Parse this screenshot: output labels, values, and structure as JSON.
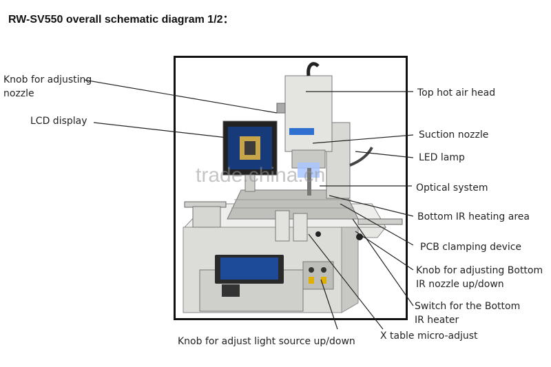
{
  "header": {
    "title": "RW-SV550 overall schematic diagram 1/2："
  },
  "watermark": "trade.china.cn",
  "colors": {
    "leader": "#222222",
    "machine_body": "#d9d9d6",
    "screen": "#1e4a9a"
  },
  "labels": {
    "knob_nozzle": "Knob for adjusting\nnozzle",
    "lcd_display": "LCD display",
    "top_hot_air_head": "Top hot air head",
    "suction_nozzle": "Suction nozzle",
    "led_lamp": "LED lamp",
    "optical_system": "Optical system",
    "bottom_ir_heating_area": "Bottom IR heating area",
    "pcb_clamping_device": "PCB clamping device",
    "knob_bottom_ir": "Knob for adjusting Bottom\nIR nozzle up/down",
    "switch_bottom_ir": "Switch for the Bottom\nIR heater",
    "knob_light_source": "Knob for adjust light source up/down",
    "x_table": "X table micro-adjust"
  }
}
